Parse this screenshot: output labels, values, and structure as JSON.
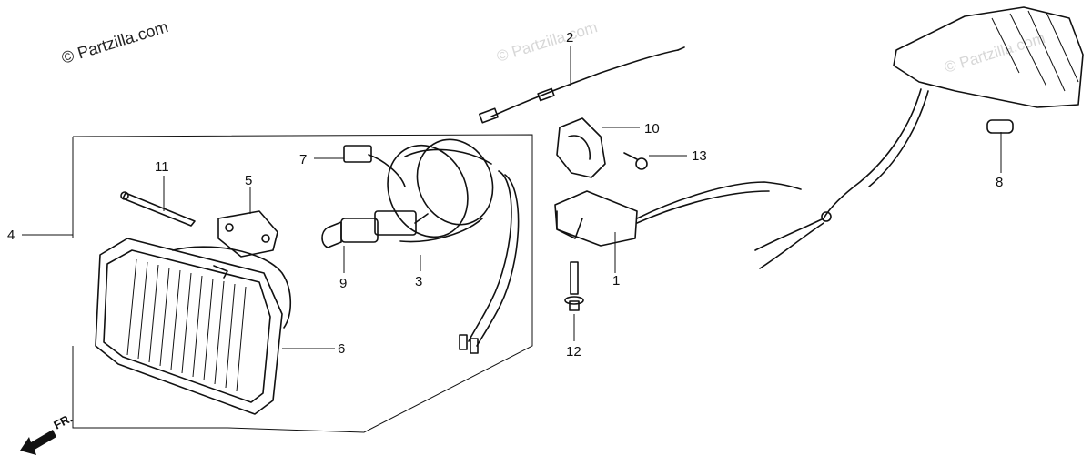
{
  "watermarks": [
    "© Partzilla.com",
    "© Partzilla.com",
    "© Partzilla.com"
  ],
  "front_marker": "FR.",
  "callouts": {
    "c1": "1",
    "c2": "2",
    "c3": "3",
    "c4": "4",
    "c5": "5",
    "c6": "6",
    "c7": "7",
    "c8": "8",
    "c9": "9",
    "c10": "10",
    "c11": "11",
    "c12": "12",
    "c13": "13"
  }
}
